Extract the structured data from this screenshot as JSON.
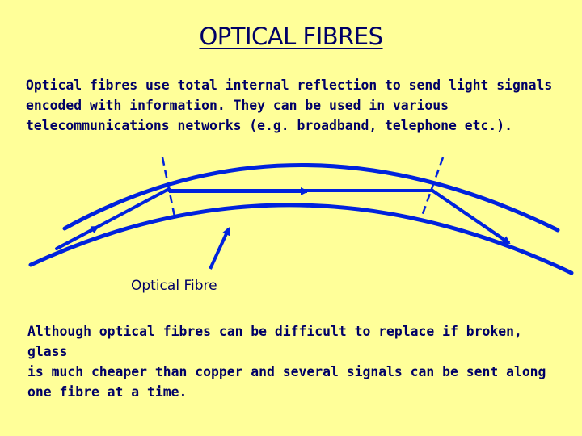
{
  "slide": {
    "title": "OPTICAL FIBRES",
    "intro": "Optical fibres use total internal reflection to send light signals\nencoded with information. They can be used in various\ntelecommunications networks (e.g. broadband, telephone etc.).",
    "outro": "Although optical fibres can be difficult to replace if broken, glass\nis much cheaper than copper and several signals can be sent along\none fibre at a time."
  },
  "diagram": {
    "label": "Optical Fibre"
  },
  "colors": {
    "background": "#ffff99",
    "text": "#000066",
    "fibre": "#0022dd"
  }
}
